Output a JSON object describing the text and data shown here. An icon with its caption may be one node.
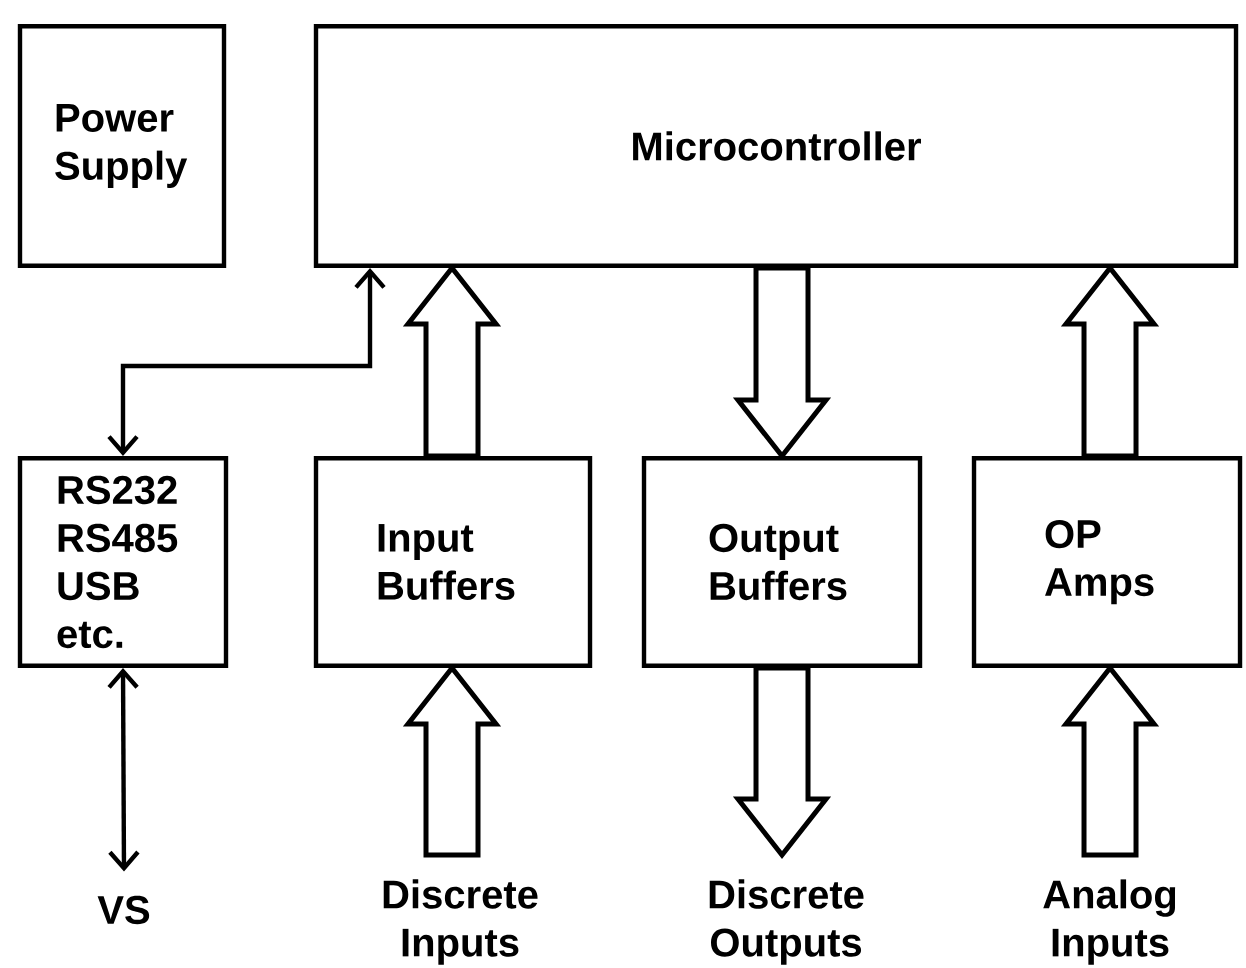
{
  "diagram": {
    "nodes": [
      {
        "text": [
          "Power Supply"
        ]
      },
      {
        "text": [
          "Microcontroller"
        ]
      },
      {
        "text": [
          "RS232 RS485 USB etc."
        ]
      },
      {
        "text": [
          "Input Buffers"
        ]
      },
      {
        "text": [
          "Output Buffers"
        ]
      },
      {
        "text": [
          "OP Amps"
        ]
      },
      {
        "text": [
          "VS"
        ]
      },
      {
        "text": [
          "Discrete Inputs"
        ]
      },
      {
        "text": [
          "Discrete Outputs"
        ]
      },
      {
        "text": [
          "Analog Inputs"
        ]
      }
    ],
    "edges": [
      {
        "from": 2,
        "to": 1,
        "arrow": "both"
      },
      {
        "from": 2,
        "to": 6,
        "arrow": "both"
      },
      {
        "from": 3,
        "to": 1,
        "arrow": "to",
        "style": "thick"
      },
      {
        "from": 1,
        "to": 4,
        "arrow": "to",
        "style": "thick"
      },
      {
        "from": 5,
        "to": 1,
        "arrow": "to",
        "style": "thick"
      },
      {
        "from": 7,
        "to": 3,
        "arrow": "to",
        "style": "thick"
      },
      {
        "from": 4,
        "to": 8,
        "arrow": "to",
        "style": "thick"
      },
      {
        "from": 9,
        "to": 5,
        "arrow": "to",
        "style": "thick"
      }
    ]
  }
}
